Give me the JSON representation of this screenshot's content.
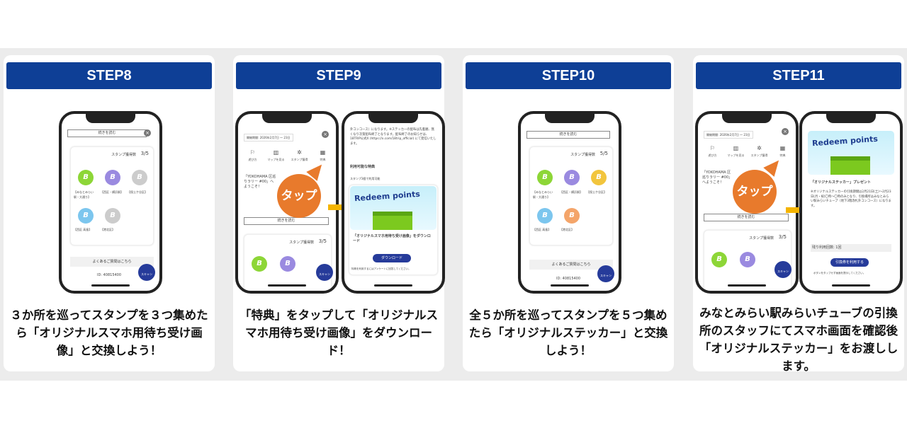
{
  "steps": [
    {
      "title": "STEP8",
      "caption": "３か所を巡ってスタンプを３つ集めたら「オリジナルスマホ用待ち受け画像」と交換しよう！"
    },
    {
      "title": "STEP9",
      "caption": "「特典」をタップして「オリジナルスマホ用待ち受け画像」をダウンロード！"
    },
    {
      "title": "STEP10",
      "caption": "全５か所を巡ってスタンプを５つ集めたら「オリジナルステッカー」と交換しよう！"
    },
    {
      "title": "STEP11",
      "caption": "みなとみらい駅みらいチューブの引換所のスタッフにてスマホ画面を確認後「オリジナルステッカー」をお渡しします。"
    }
  ],
  "app": {
    "read_more": "続きを読む",
    "stamp_count_label": "スタンプ獲得数",
    "count_3": "3/5",
    "count_5": "5/5",
    "faq": "よくあるご質問はこちら",
    "id": "ID: 40815400",
    "scan": "スキャン",
    "period": "開催期間: 2026年2月7日 〜 23日",
    "menu": [
      "遊び方",
      "マップを見る",
      "スタンプ獲得",
      "特典"
    ],
    "welcome": "「YOKOHAMA 区巡りラリー #00」へようこそ！",
    "stamps": [
      "【みなとみらい駅・大通り】",
      "【西区・横浜駅】",
      "【保土ケ谷区】",
      "【西区 高島】",
      "【港北区】"
    ],
    "tap": "タップ",
    "redeem_title": "Redeem points",
    "available": "利用可能な特典",
    "needs3": "スタンプ3個で利用可能",
    "wallpaper_offer": "「オリジナルスマホ用待ち受け画像」をダウンロード",
    "download": "ダウンロード",
    "survey_note": "特典を利用するにはアンケートに回答してください。",
    "top_text": "外コンコース）になります。※ステッカーの配布は先着順、無くなり次第配布終了となります。配布終了のお知らせは、18TRIP公式X (https://x.com/18trip_official) にて発信いたします。",
    "sticker_offer": "「オリジナルステッカー」プレゼント",
    "sticker_text": "※オリジナルステッカーの引換期間は2月21日(土)〜2月23日(月・祝)〇時〜〇時のみとなり、引換場所はみなとみらい駅みらいチューブ（地下3階改札外コンコース）になります。",
    "remaining": "残り利用回数: 1回",
    "use_ticket": "引換券を利用する",
    "tap_note": "ボタンをタップせず画面を提示してください。"
  }
}
